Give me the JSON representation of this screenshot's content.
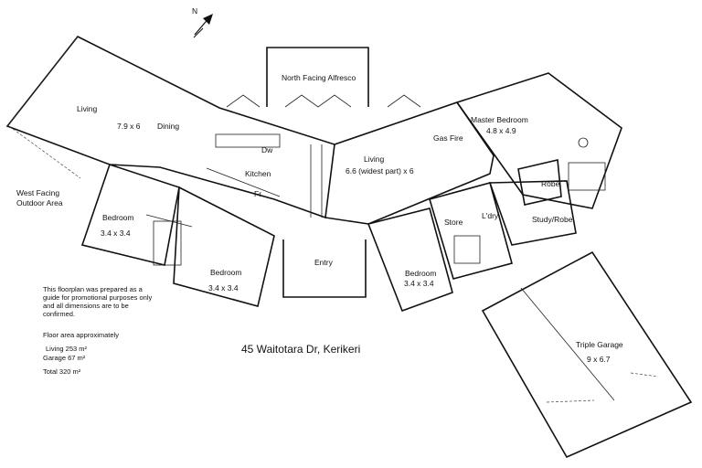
{
  "north": "N",
  "rooms": {
    "living_west": {
      "name": "Living",
      "dims": "7.9 x 6"
    },
    "dining": {
      "name": "Dining"
    },
    "alfresco": {
      "name": "North Facing Alfresco"
    },
    "master": {
      "name": "Master Bedroom",
      "dims": "4.8 x 4.9"
    },
    "gas_fire": {
      "name": "Gas Fire"
    },
    "living_main": {
      "name": "Living",
      "dims": "6.6 (widest part) x 6"
    },
    "kitchen": {
      "name": "Kitchen"
    },
    "dw": {
      "name": "Dw"
    },
    "fr": {
      "name": "Fr"
    },
    "robe": {
      "name": "Robe"
    },
    "laundry": {
      "name": "L'dry"
    },
    "store": {
      "name": "Store"
    },
    "study": {
      "name": "Study/Robe"
    },
    "outdoor": {
      "line1": "West Facing",
      "line2": "Outdoor Area"
    },
    "bed1": {
      "name": "Bedroom",
      "dims": "3.4 x 3.4"
    },
    "bed2": {
      "name": "Bedroom",
      "dims": "3.4 x 3.4"
    },
    "bed3": {
      "name": "Bedroom",
      "dims": "3.4 x 3.4"
    },
    "entry": {
      "name": "Entry"
    },
    "garage": {
      "name": "Triple Garage",
      "dims": "9 x 6.7"
    }
  },
  "disclaimer": {
    "line1": "This floorplan was prepared as a",
    "line2": "guide for promotional purposes only",
    "line3": "and all dimensions are to be",
    "line4": "confirmed."
  },
  "area": {
    "heading": "Floor area approximately",
    "living": "Living 253 m²",
    "garage": "Garage 67 m²",
    "total": "Total 320 m²"
  },
  "address": "45 Waitotara Dr, Kerikeri"
}
